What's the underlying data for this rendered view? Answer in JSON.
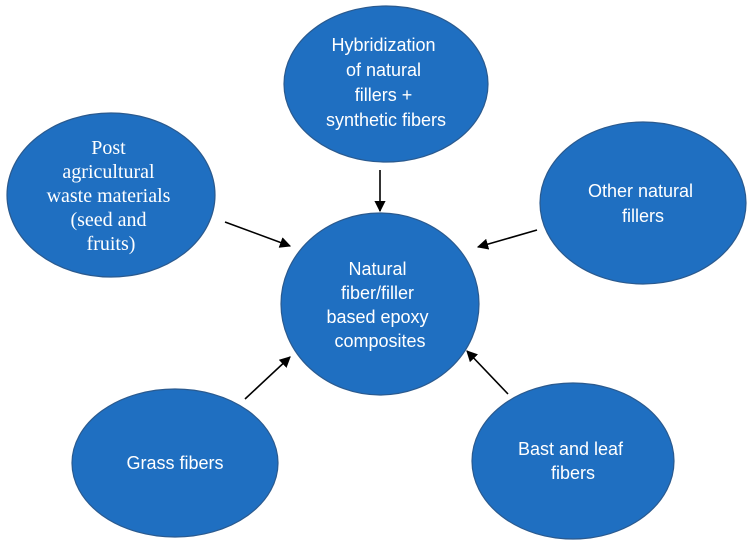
{
  "colors": {
    "node_fill": "#1f6fc1",
    "node_outline": "#2a5a8f",
    "arrow": "#000000",
    "text": "#ffffff"
  },
  "nodes": {
    "center": {
      "lines": [
        "Natural",
        "fiber/filler",
        "based epoxy",
        "composites"
      ]
    },
    "hybridization": {
      "lines": [
        "Hybridization",
        "of natural",
        "fillers +",
        "synthetic fibers"
      ]
    },
    "post_agricultural": {
      "lines": [
        "Post",
        "agricultural",
        "waste materials",
        "(seed and",
        "fruits)"
      ]
    },
    "other_natural": {
      "lines": [
        "Other natural",
        "fillers"
      ]
    },
    "grass": {
      "lines": [
        "Grass fibers"
      ]
    },
    "bast_leaf": {
      "lines": [
        "Bast and leaf",
        "fibers"
      ]
    }
  }
}
